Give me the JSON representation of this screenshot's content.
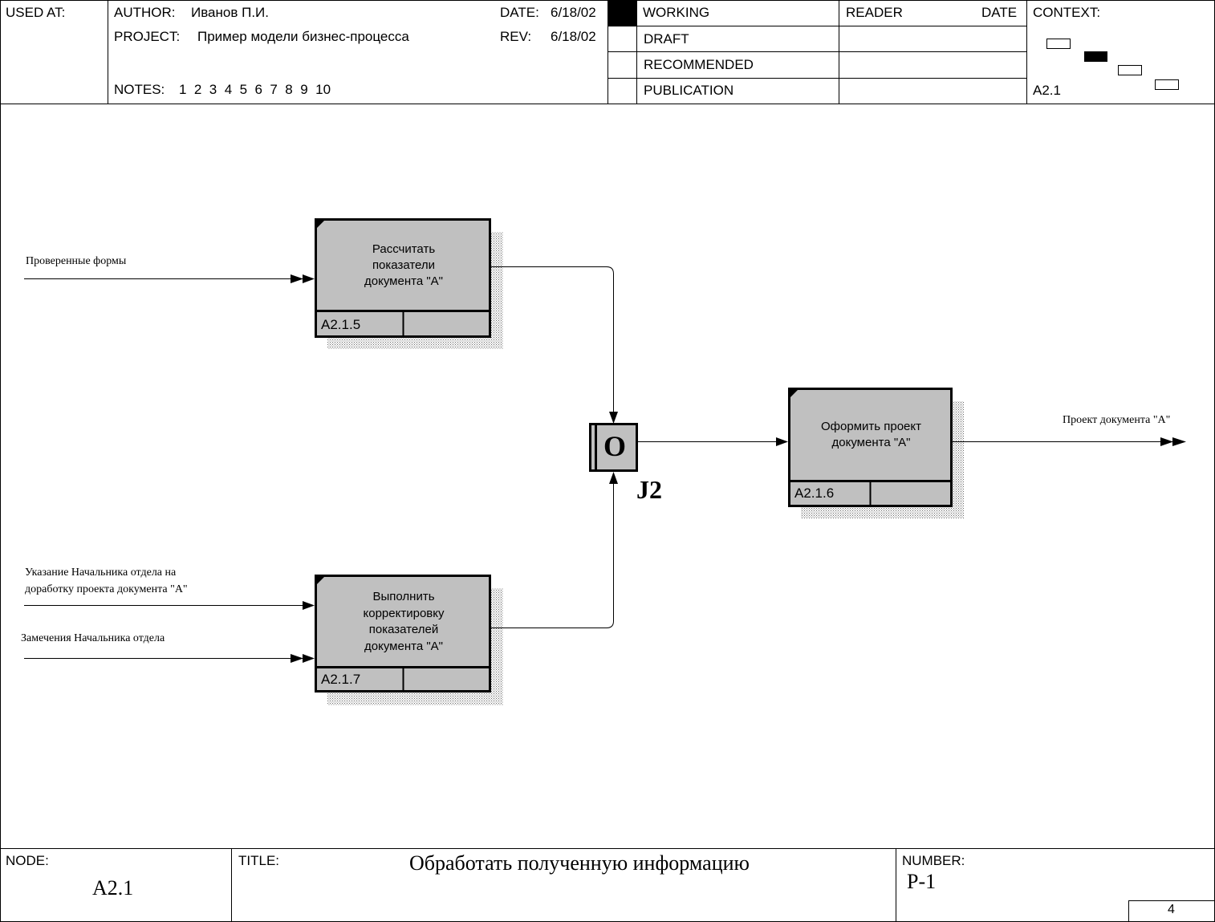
{
  "header": {
    "used_at_label": "USED AT:",
    "author_label": "AUTHOR:",
    "author_value": "Иванов П.И.",
    "project_label": "PROJECT:",
    "project_value": "Пример модели бизнес-процесса",
    "date_label": "DATE:",
    "date_value": "6/18/02",
    "rev_label": "REV:",
    "rev_value": "6/18/02",
    "notes_label": "NOTES:",
    "notes_values": "1  2  3  4  5  6  7  8  9  10",
    "status": [
      "WORKING",
      "DRAFT",
      "RECOMMENDED",
      "PUBLICATION"
    ],
    "reader_label": "READER",
    "reader_date_label": "DATE",
    "context_label": "CONTEXT:",
    "context_node": "A2.1"
  },
  "diagram": {
    "activities": [
      {
        "id": "a215",
        "title": "Рассчитать показатели документа \"А\"",
        "lines": [
          "Рассчитать",
          "показатели",
          "документа \"А\""
        ],
        "node": "A2.1.5"
      },
      {
        "id": "a217",
        "title": "Выполнить корректировку показателей документа \"А\"",
        "lines": [
          "Выполнить",
          "корректировку",
          "показателей",
          "документа \"А\""
        ],
        "node": "A2.1.7"
      },
      {
        "id": "a216",
        "title": "Оформить проект документа \"А\"",
        "lines": [
          "Оформить проект",
          "документа \"А\""
        ],
        "node": "A2.1.6"
      }
    ],
    "junction": {
      "symbol": "O",
      "label": "J2"
    },
    "arrows": {
      "input1": "Проверенные формы",
      "input2_line1": "Указание Начальника отдела на",
      "input2_line2": "доработку проекта документа \"А\"",
      "input3": "Замечения Начальника отдела",
      "output": "Проект документа \"А\""
    }
  },
  "footer": {
    "node_label": "NODE:",
    "node_value": "A2.1",
    "title_label": "TITLE:",
    "title_value": "Обработать полученную информацию",
    "number_label": "NUMBER:",
    "number_value": "P-1",
    "page_number": "4"
  },
  "colors": {
    "box_fill": "#c0c0c0",
    "ink": "#000000",
    "shadow": "#9a9a9a"
  }
}
